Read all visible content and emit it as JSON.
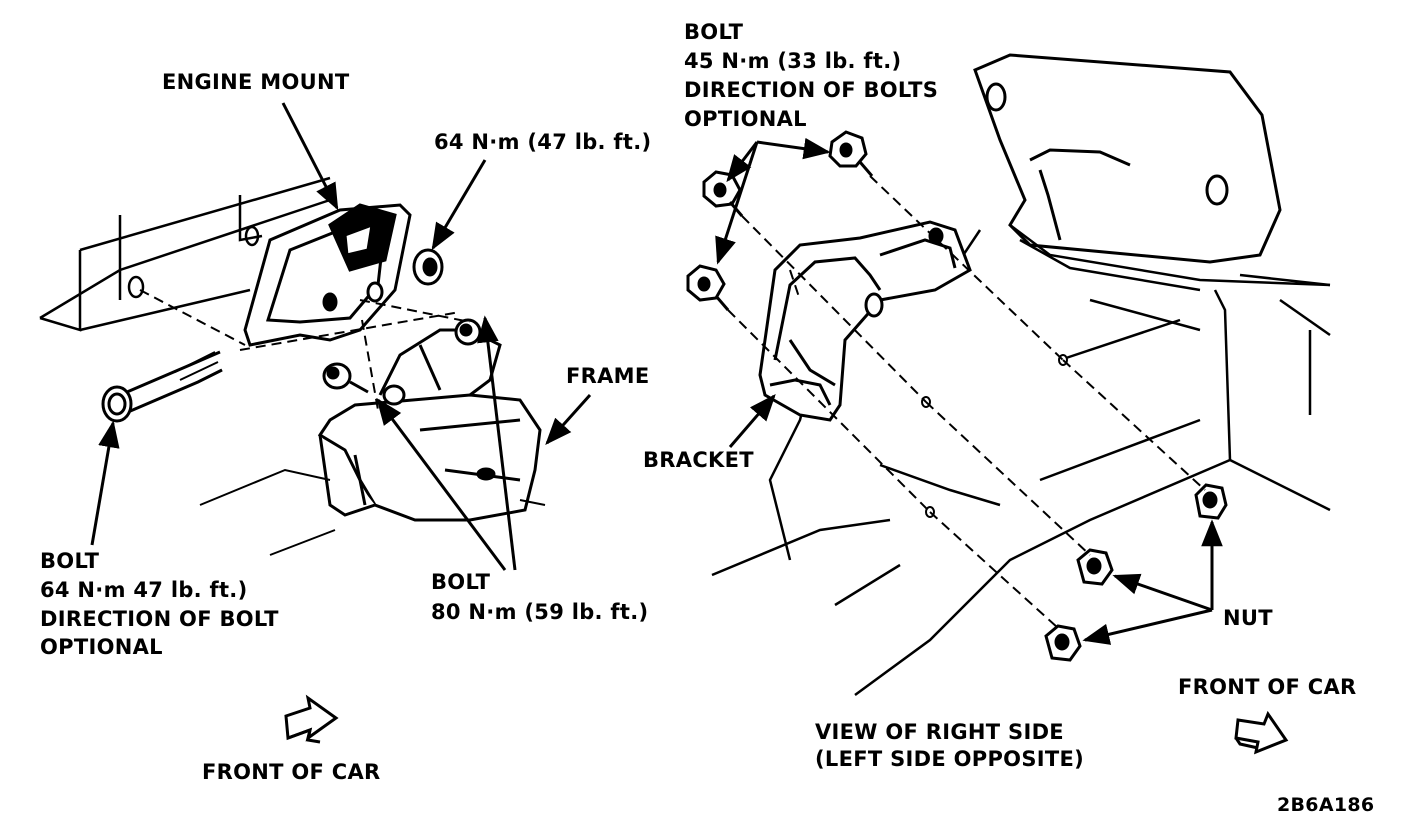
{
  "left_view": {
    "engine_mount_label": "ENGINE MOUNT",
    "top_bolt_torque": "64 N·m (47 lb. ft.)",
    "frame_label": "FRAME",
    "through_bolt": {
      "title": "BOLT",
      "torque": "64 N·m 47 lb. ft.)",
      "note_line1": "DIRECTION OF BOLT",
      "note_line2": "OPTIONAL"
    },
    "lower_bolt": {
      "title": "BOLT",
      "torque": "80 N·m (59 lb. ft.)"
    },
    "front_label": "FRONT OF CAR"
  },
  "right_view": {
    "bolt": {
      "title": "BOLT",
      "torque": "45 N·m (33 lb. ft.)",
      "note_line1": "DIRECTION OF BOLTS",
      "note_line2": "OPTIONAL"
    },
    "bracket_label": "BRACKET",
    "nut_label": "NUT",
    "front_label": "FRONT OF CAR",
    "caption_line1": "VIEW OF RIGHT SIDE",
    "caption_line2": "(LEFT SIDE OPPOSITE)"
  },
  "figure_code": "2B6A186",
  "colors": {
    "ink": "#000000",
    "paper": "#ffffff"
  }
}
